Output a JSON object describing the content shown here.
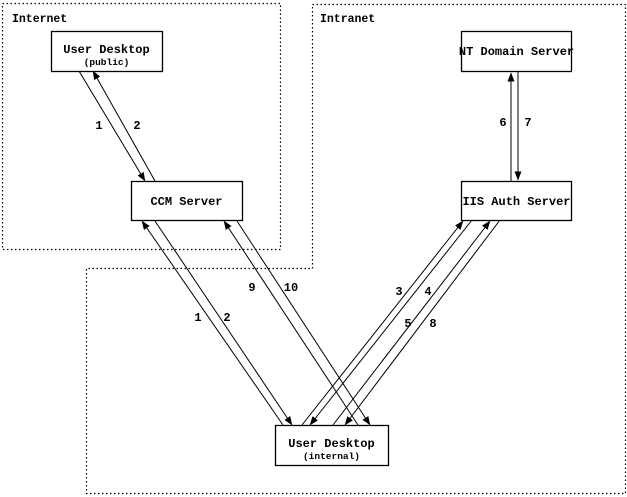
{
  "page": {
    "background_color": "#ffffff",
    "line_color": "#000000"
  },
  "zones": [
    {
      "id": "internet",
      "label": "Internet"
    },
    {
      "id": "intranet",
      "label": "Intranet"
    }
  ],
  "nodes": {
    "user_desktop_public": {
      "title": "User Desktop",
      "subtitle": "(public)"
    },
    "nt_domain_server": {
      "title": "NT Domain Server"
    },
    "ccm_server": {
      "title": "CCM Server"
    },
    "iis_auth_server": {
      "title": "IIS Auth Server"
    },
    "user_desktop_internal": {
      "title": "User Desktop",
      "subtitle": "(internal)"
    }
  },
  "edges": [
    {
      "label": "1",
      "from": "user_desktop_public",
      "to": "ccm_server"
    },
    {
      "label": "2",
      "from": "ccm_server",
      "to": "user_desktop_public"
    },
    {
      "label": "1",
      "from": "user_desktop_internal",
      "to": "ccm_server"
    },
    {
      "label": "2",
      "from": "ccm_server",
      "to": "user_desktop_internal"
    },
    {
      "label": "9",
      "from": "user_desktop_internal",
      "to": "ccm_server"
    },
    {
      "label": "10",
      "from": "ccm_server",
      "to": "user_desktop_internal"
    },
    {
      "label": "3",
      "from": "user_desktop_internal",
      "to": "iis_auth_server"
    },
    {
      "label": "4",
      "from": "iis_auth_server",
      "to": "user_desktop_internal"
    },
    {
      "label": "5",
      "from": "user_desktop_internal",
      "to": "iis_auth_server"
    },
    {
      "label": "8",
      "from": "iis_auth_server",
      "to": "user_desktop_internal"
    },
    {
      "label": "6",
      "from": "iis_auth_server",
      "to": "nt_domain_server"
    },
    {
      "label": "7",
      "from": "nt_domain_server",
      "to": "iis_auth_server"
    }
  ]
}
